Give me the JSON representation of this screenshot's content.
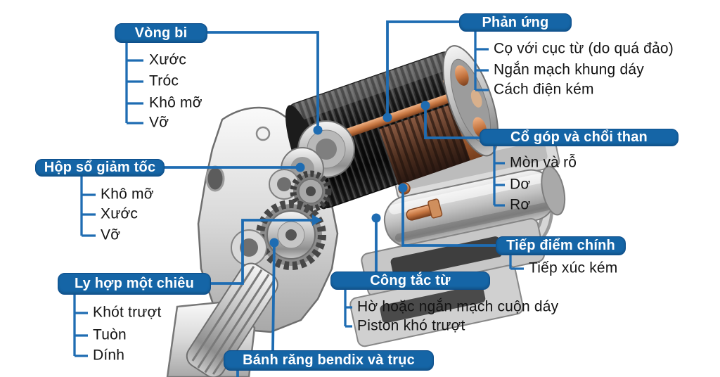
{
  "colors": {
    "page_bg": "#ffffff",
    "pill_bg": "#1565a6",
    "pill_border": "#0d4e8c",
    "pill_text": "#ffffff",
    "connector": "#1e6cb2",
    "item_text": "#141414"
  },
  "illustration": {
    "subject": "starter-motor-cutaway"
  },
  "groups": {
    "vong_bi": {
      "title": "Vòng bi",
      "items": [
        "Xước",
        "Tróc",
        "Khô mỡ",
        "Vỡ"
      ]
    },
    "phan_ung": {
      "title": "Phản ứng",
      "items": [
        "Cọ với cục từ (do quá đảo)",
        "Ngắn mạch khung dáy",
        "Cách điện kém"
      ]
    },
    "hop_so_giam_toc": {
      "title": "Hộp sổ giảm tốc",
      "items": [
        "Khô mỡ",
        "Xước",
        "Vỡ"
      ]
    },
    "co_gop_va_choi_than": {
      "title": "Cổ góp và chổi than",
      "items": [
        "Mòn và rỗ",
        "Dơ",
        "Rơ"
      ]
    },
    "tiep_diem_chinh": {
      "title": "Tiếp điểm chính",
      "items": [
        "Tiếp xúc kém"
      ]
    },
    "cong_tac_tu": {
      "title": "Công tắc từ",
      "items": [
        "Hờ hoặc ngắn mạch cuộn dáy",
        "Piston khó trượt"
      ]
    },
    "ly_hop_mot_chieu": {
      "title": "Ly hợp một chiêu",
      "items": [
        "Khót trượt",
        "Tuòn",
        "Dính"
      ]
    },
    "banh_rang_bendix": {
      "title": "Bánh răng bendix và trục",
      "items": []
    }
  }
}
